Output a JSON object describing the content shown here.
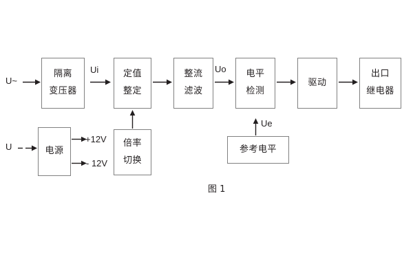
{
  "diagram": {
    "caption": "图 1",
    "blocks": [
      {
        "id": "isolation-transformer",
        "lines": [
          "隔离",
          "变压器"
        ]
      },
      {
        "id": "setting-value",
        "lines": [
          "定值",
          "整定"
        ]
      },
      {
        "id": "rectify-filter",
        "lines": [
          "整流",
          "滤波"
        ]
      },
      {
        "id": "level-detection",
        "lines": [
          "电平",
          "检测"
        ]
      },
      {
        "id": "drive",
        "lines": [
          "驱动"
        ]
      },
      {
        "id": "output-relay",
        "lines": [
          "出口",
          "继电器"
        ]
      },
      {
        "id": "power-supply",
        "lines": [
          "电源"
        ]
      },
      {
        "id": "multiplier-switch",
        "lines": [
          "倍率",
          "切换"
        ]
      },
      {
        "id": "reference-level",
        "lines": [
          "参考电平"
        ]
      }
    ],
    "signals": {
      "input_ac": "U~",
      "input_dc": "U",
      "ui": "Ui",
      "uo": "Uo",
      "ue": "Ue",
      "rail_positive": "+12V",
      "rail_negative": "- 12V"
    },
    "colors": {
      "stroke": "#808080",
      "text": "#231f20",
      "arrow": "#231f20",
      "background": "#ffffff"
    }
  }
}
